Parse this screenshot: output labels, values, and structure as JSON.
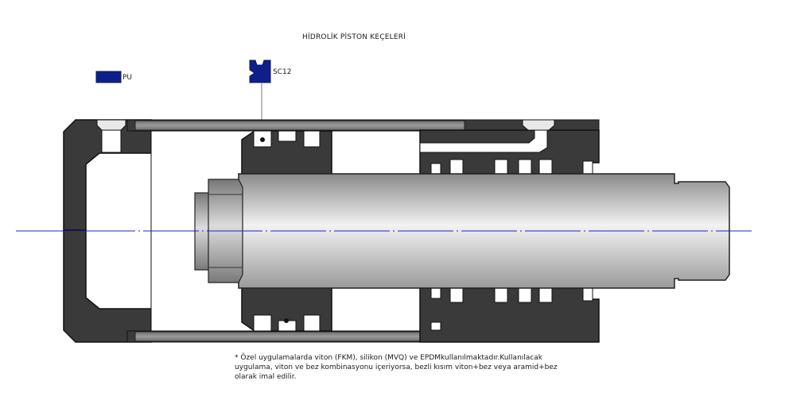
{
  "title": "HİDROLİK PİSTON KEÇELERİ",
  "legend": [
    {
      "label": "PU",
      "color": "#0f1f8a",
      "shape": "rectangle-swatch"
    },
    {
      "label": "SC12",
      "color": "#0f1f8a",
      "shape": "u-cup-seal-profile"
    }
  ],
  "note": {
    "line1": "* Özel uygulamalarda viton (FKM), silikon (MVQ) ve EPDMkullanılmaktadır.Kullanılacak",
    "line2": "uygulama, viton ve bez kombinasyonu içeriyorsa, bezli kısım viton+bez veya aramid+bez",
    "line3": "olarak imal edilir."
  },
  "colors": {
    "body": "#3a3a3a",
    "rod": "#bdbdbd",
    "centerline": "#2020c8",
    "seal": "#0f1f8a"
  }
}
